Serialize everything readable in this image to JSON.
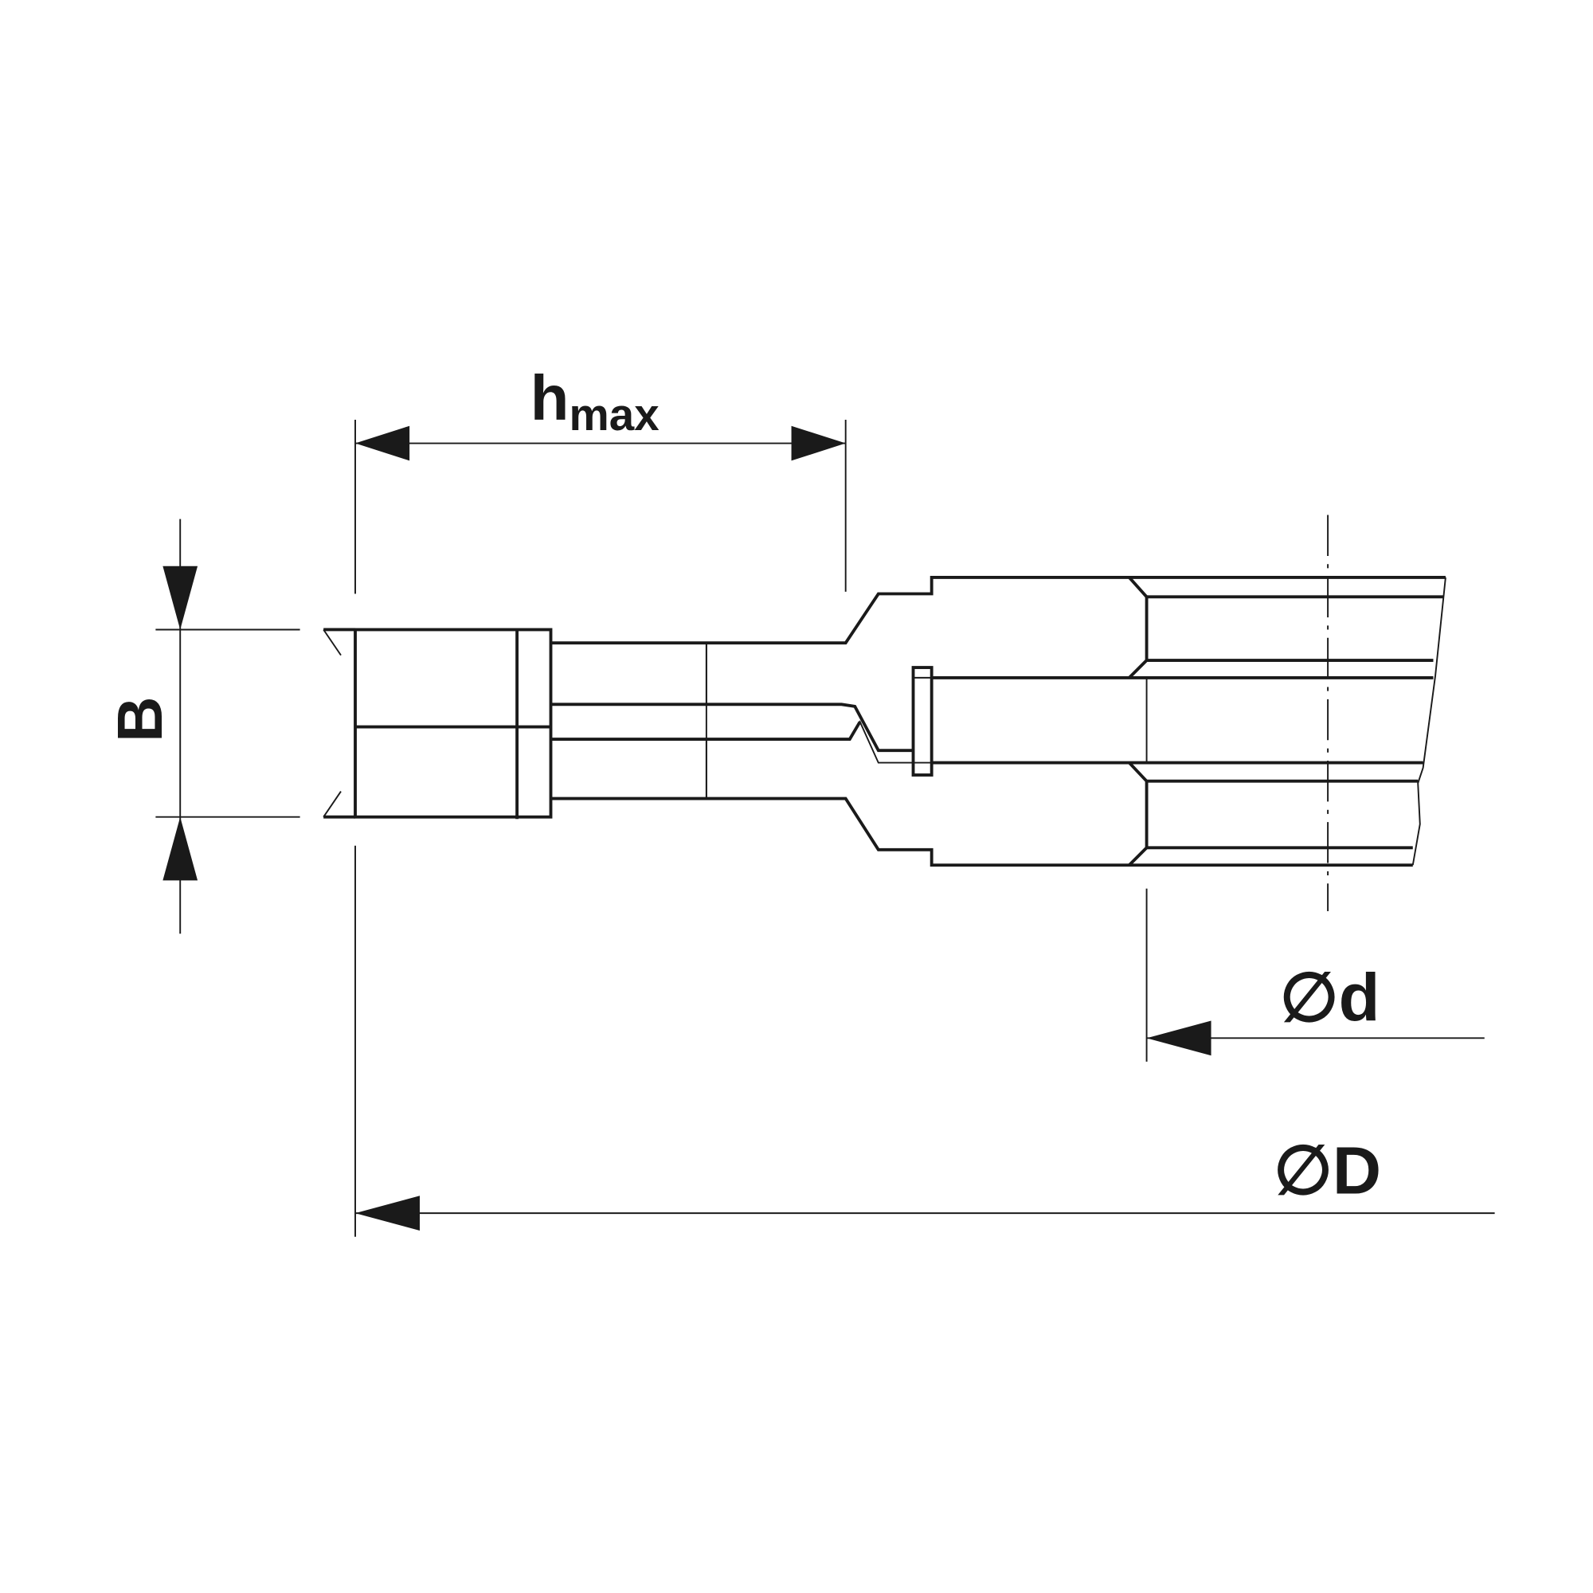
{
  "dimensions": {
    "hmax": {
      "main": "h",
      "sub": "max"
    },
    "width": "B",
    "bore_diameter": "∅d",
    "outer_diameter": "∅D"
  },
  "colors": {
    "line": "#1a1a1a",
    "cutter_fill": "#c6c7c9",
    "background": "#ffffff"
  }
}
